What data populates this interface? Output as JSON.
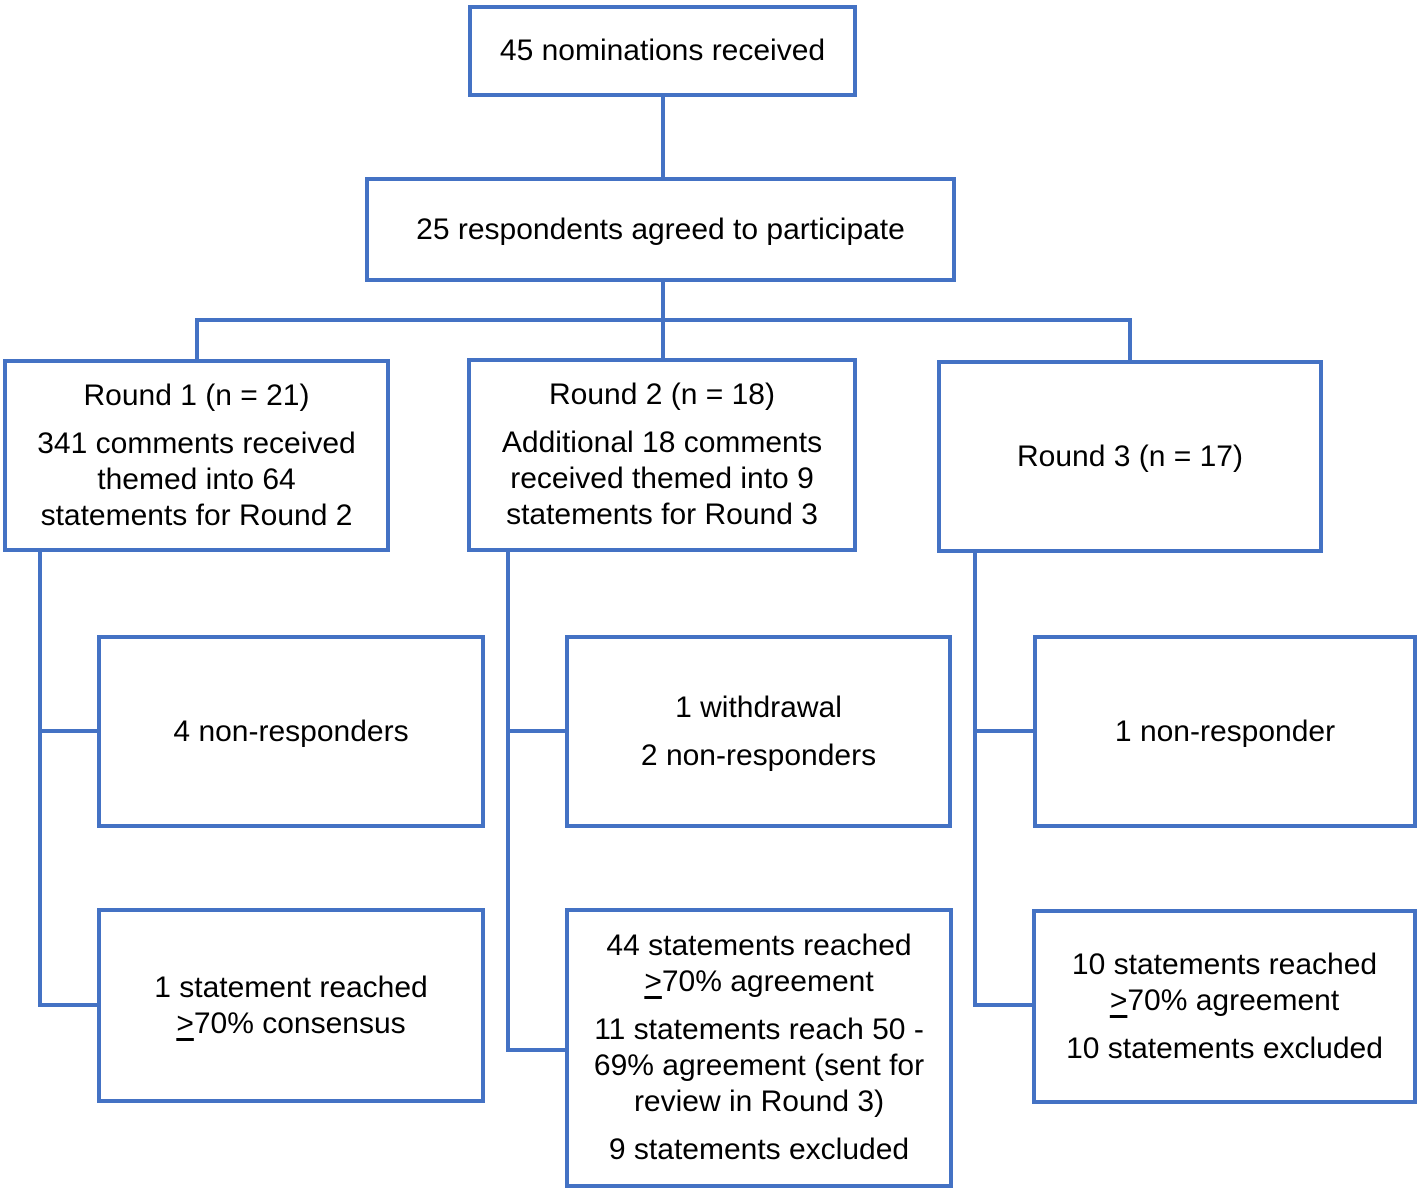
{
  "accent_color": "#4472C4",
  "nodes": {
    "nominations": {
      "text": "45 nominations received"
    },
    "respondents": {
      "text": "25 respondents agreed to participate"
    },
    "round1": {
      "title": "Round 1 (n = 21)",
      "body_lines": [
        "341 comments received",
        "themed into 64",
        "statements for Round 2"
      ]
    },
    "round2": {
      "title": "Round 2 (n = 18)",
      "body_lines": [
        "Additional 18 comments",
        "received themed into 9",
        "statements for Round 3"
      ]
    },
    "round3": {
      "title": "Round 3 (n = 17)"
    },
    "round1_attrition": {
      "lines": [
        "4 non-responders"
      ]
    },
    "round2_attrition": {
      "lines": [
        "1 withdrawal",
        "2 non-responders"
      ]
    },
    "round3_attrition": {
      "lines": [
        "1 non-responder"
      ]
    },
    "round1_outcome": {
      "reached_line": "1 statement reached",
      "geq": ">",
      "threshold_line": "70% consensus"
    },
    "round2_outcome": {
      "reached_line": "44 statements reached",
      "geq": ">",
      "threshold_line": "70% agreement",
      "review_lines": [
        "11 statements reach 50 -",
        "69% agreement (sent for",
        "review in Round 3)"
      ],
      "excluded_line": "9 statements excluded"
    },
    "round3_outcome": {
      "reached_line": "10 statements reached",
      "geq": ">",
      "threshold_line": "70% agreement",
      "excluded_line": "10 statements excluded"
    }
  }
}
